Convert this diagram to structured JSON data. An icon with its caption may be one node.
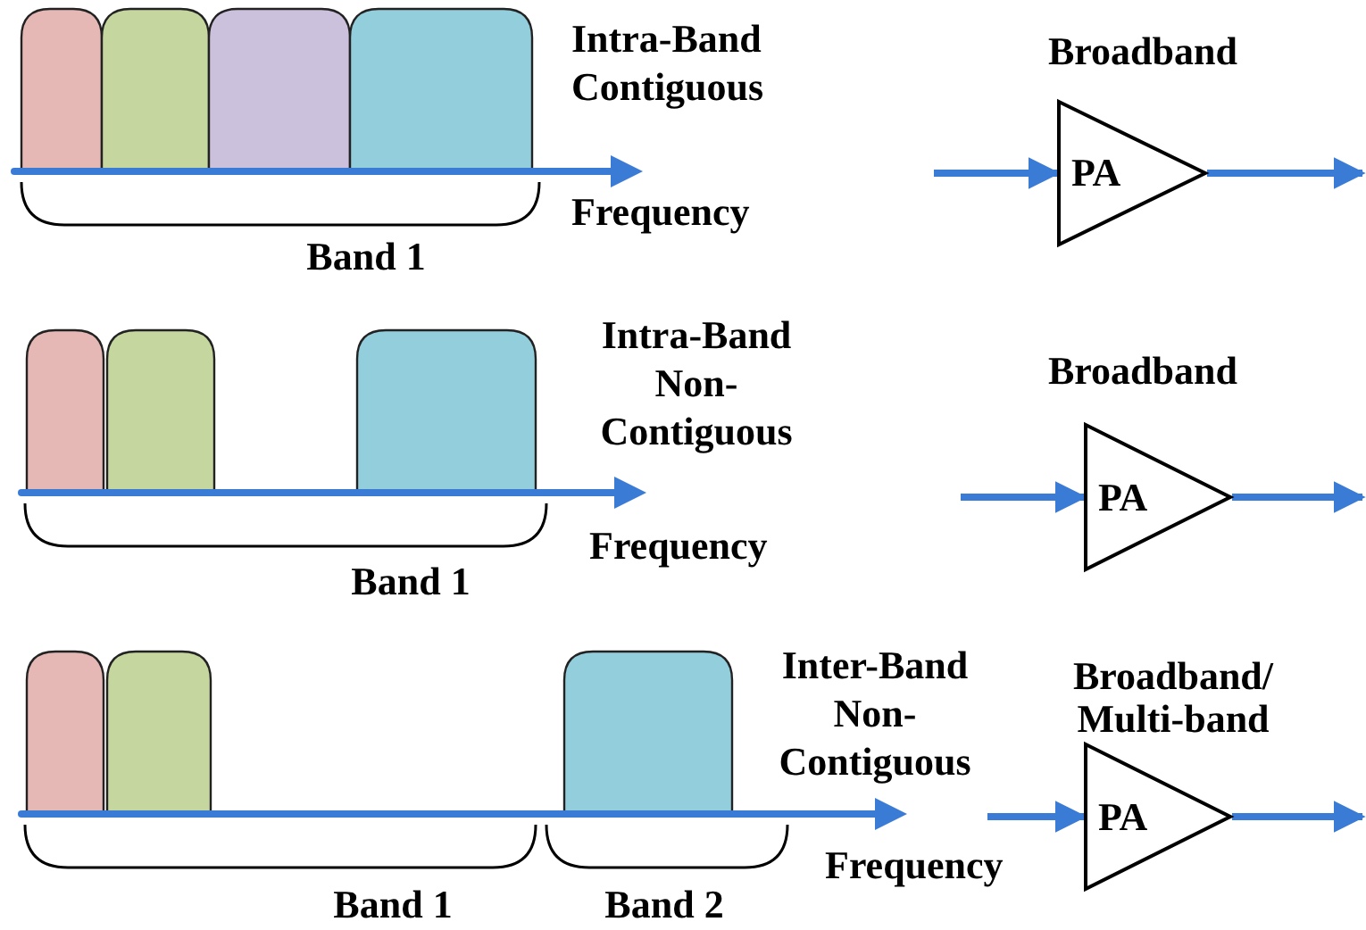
{
  "diagram": {
    "nodes": [
      {
        "text": [
          "PA"
        ],
        "beside": [
          "Broadband"
        ]
      },
      {
        "text": [
          "PA"
        ],
        "beside": [
          "Broadband"
        ]
      },
      {
        "text": [
          "PA"
        ],
        "beside": [
          "Broadband/ Multi-band"
        ]
      }
    ],
    "edges": [
      {
        "from": null,
        "to": 0,
        "arrow": "to"
      },
      {
        "from": 0,
        "to": null,
        "arrow": "to"
      },
      {
        "from": null,
        "to": 1,
        "arrow": "to"
      },
      {
        "from": 1,
        "to": null,
        "arrow": "to"
      },
      {
        "from": null,
        "to": 2,
        "arrow": "to"
      },
      {
        "from": 2,
        "to": null,
        "arrow": "to"
      }
    ],
    "labels": [
      "Intra-Band Contiguous",
      "Frequency",
      "Band 1",
      "Intra-Band Non-Contiguous",
      "Frequency",
      "Band 1",
      "Inter-Band Non-Contiguous",
      "Frequency",
      "Band 1",
      "Band 2"
    ]
  }
}
